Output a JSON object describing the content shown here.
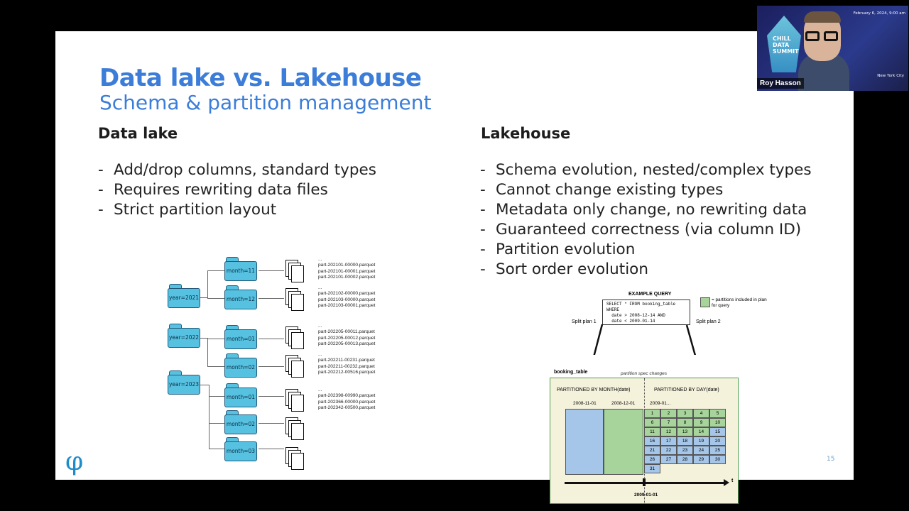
{
  "slide": {
    "title": "Data lake vs. Lakehouse",
    "subtitle": "Schema & partition management",
    "left_heading": "Data lake",
    "left_bullets": [
      "Add/drop columns, standard types",
      "Requires rewriting data files",
      "Strict partition layout"
    ],
    "right_heading": "Lakehouse",
    "right_bullets": [
      "Schema evolution, nested/complex types",
      "Cannot change existing types",
      "Metadata only change, no rewriting data",
      "Guaranteed correctness (via column ID)",
      "Partition evolution",
      "Sort order evolution"
    ],
    "page_number": "15",
    "logo_glyph": "φ"
  },
  "folders": {
    "year2021": "year=2021",
    "year2022": "year=2022",
    "year2023": "year=2023",
    "m11": "month=11",
    "m12": "month=12",
    "m01a": "month=01",
    "m02a": "month=02",
    "m01b": "month=01",
    "m02b": "month=02",
    "m03b": "month=03"
  },
  "file_groups": [
    [
      "...",
      "part-202101-00000.parquet",
      "part-202101-00001.parquet",
      "part-202101-00002.parquet"
    ],
    [
      "...",
      "part-202102-00000.parquet",
      "part-202103-00000.parquet",
      "part-202103-00001.parquet"
    ],
    [
      "...",
      "part-202205-00011.parquet",
      "part-202205-00012.parquet",
      "part-202205-00013.parquet"
    ],
    [
      "...",
      "part-202211-00231.parquet",
      "part-202211-00232.parquet",
      "part-202212-00516.parquet"
    ],
    [
      "...",
      "part-202398-00990.parquet",
      "part-202366-00000.parquet",
      "part-202342-00500.parquet"
    ]
  ],
  "query": {
    "heading": "EXAMPLE QUERY",
    "lines": [
      "SELECT * FROM booking_table",
      "WHERE",
      "  date > 2008-12-14 AND",
      "  date < 2009-01-14"
    ],
    "legend": "= partitions included in plan for query",
    "split1": "Split plan 1",
    "split2": "Split plan 2",
    "table_name": "booking_table",
    "spec_change": "partition spec changes",
    "month_label": "PARTITIONED BY MONTH(date)",
    "day_label": "PARTITIONED BY DAY(date)",
    "col1": "2008-11-01",
    "col2": "2008-12-01",
    "col3": "2009-01...",
    "axis_end": "t",
    "axis_date": "2009-01-01",
    "days": [
      "1",
      "2",
      "3",
      "4",
      "5",
      "6",
      "7",
      "8",
      "9",
      "10",
      "11",
      "12",
      "13",
      "14",
      "15",
      "16",
      "17",
      "18",
      "19",
      "20",
      "21",
      "22",
      "23",
      "24",
      "25",
      "26",
      "27",
      "28",
      "29",
      "30",
      "31"
    ]
  },
  "webcam": {
    "name": "Roy Hasson",
    "date": "February 6, 2024, 9:00 am",
    "city": "New York City",
    "event": "CHILL DATA SUMMIT"
  },
  "colors": {
    "accent": "#3b7dd8",
    "folder": "#56c1e0",
    "green": "#a6d49a",
    "blue": "#a5c6e8",
    "cream": "#f5f2dc"
  }
}
